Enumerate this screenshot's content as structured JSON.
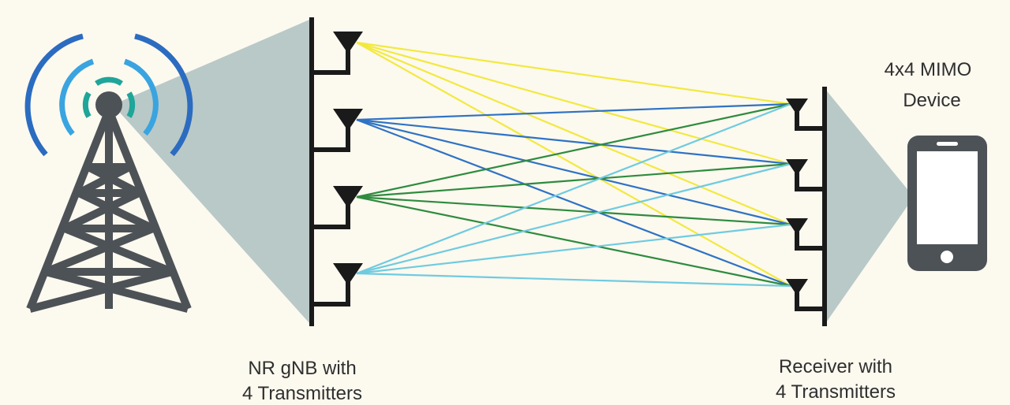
{
  "labels": {
    "device_title_line1": "4x4 MIMO",
    "device_title_line2": "Device",
    "gnb_caption_line1": "NR gNB with",
    "gnb_caption_line2": "4 Transmitters",
    "receiver_caption_line1": "Receiver with",
    "receiver_caption_line2": "4 Transmitters"
  },
  "links": {
    "transmitter_count": 4,
    "receiver_count": 4,
    "colors": [
      "#f2e940",
      "#2f72c4",
      "#2e8b3e",
      "#6fcbe0"
    ]
  },
  "palette": {
    "background": "#fcf9ef",
    "antenna": "#1a1a1a",
    "beam_fill": "#b9c9c7",
    "tower": "#4d5257",
    "waves_inner": "#1fa59a",
    "waves_middle": "#3aa4e0",
    "waves_outer": "#2b6cc0",
    "phone_body": "#4d5257",
    "phone_screen": "#ffffff"
  }
}
